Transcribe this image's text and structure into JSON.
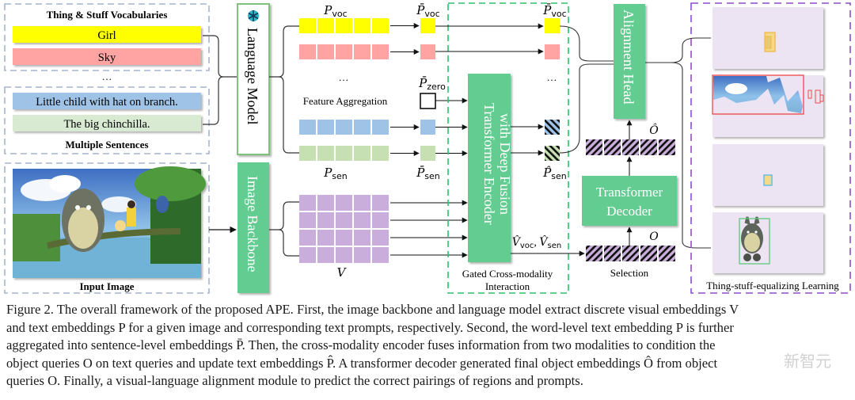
{
  "diagram": {
    "vocab_group": {
      "title": "Thing & Stuff Vocabularies",
      "items": [
        {
          "label": "Girl",
          "color": "#ffff00"
        },
        {
          "label": "Sky",
          "color": "#ffa3a3"
        }
      ],
      "ellipsis": "…"
    },
    "sentence_group": {
      "title": "Multiple Sentences",
      "items": [
        {
          "label": "Little child with hat on branch.",
          "color": "#9fc3e7"
        },
        {
          "label": "The big chinchilla.",
          "color": "#d9ead3"
        }
      ]
    },
    "input_image": {
      "label": "Input Image"
    },
    "language_model": {
      "label": "Language Model",
      "icon": "snowflake-icon"
    },
    "image_backbone": {
      "label": "Image Backbone"
    },
    "embeddings": {
      "p_voc": "P",
      "p_voc_sub": "voc",
      "p_sen": "P",
      "p_sen_sub": "sen",
      "p_bar_voc": "P̄",
      "p_bar_voc_sub": "voc",
      "p_bar_zero": "P̄",
      "p_bar_zero_sub": "zero",
      "p_bar_sen": "P̄",
      "p_bar_sen_sub": "sen",
      "p_hat_sen": "P̂",
      "p_hat_sen_sub": "sen",
      "p_bar_voc_out": "P̄",
      "p_bar_voc_out_sub": "voc",
      "v": "V",
      "v_hat": "V̂",
      "v_hat_voc_sub": "voc",
      "v_hat_sen_sub": "sen",
      "o": "O",
      "o_hat": "Ô",
      "ellipsis": "…"
    },
    "feature_aggregation": "Feature Aggregation",
    "encoder": {
      "label_line1": "Transformer Encoder",
      "label_line2": "with Deep Fusion"
    },
    "gated_group": {
      "label_line1": "Gated Cross-modality",
      "label_line2": "Interaction"
    },
    "decoder": {
      "label_line1": "Transformer",
      "label_line2": "Decoder"
    },
    "selection": "Selection",
    "alignment_head": "Alignment Head",
    "equalizing_group": {
      "label": "Thing-stuff-equalizing Learning"
    },
    "colors": {
      "yellow": "#ffff00",
      "pink": "#ffa3a3",
      "blue": "#9fc3e7",
      "green_light": "#c6e0b4",
      "purple_light": "#c9aedb",
      "module_green": "#63cc91",
      "dashed_blue": "#a5b4cf",
      "dashed_green": "#2ec26b",
      "dashed_purple": "#8b4fc7",
      "panel_bg": "#ece4f2"
    }
  },
  "caption": {
    "lines": [
      "Figure 2. The overall framework of the proposed APE. First, the image backbone and language model extract discrete visual embeddings V",
      "and text embeddings P for a given image and corresponding text prompts, respectively. Second, the word-level text embedding P is further",
      "aggregated into sentence-level embeddings P̄. Then, the cross-modality encoder fuses information from two modalities to condition the",
      "object queries O on text queries and update text embeddings P̂. A transformer decoder generated final object embeddings Ô from object",
      "queries O. Finally, a visual-language alignment module to predict the correct pairings of regions and prompts."
    ],
    "watermark": "新智元"
  }
}
